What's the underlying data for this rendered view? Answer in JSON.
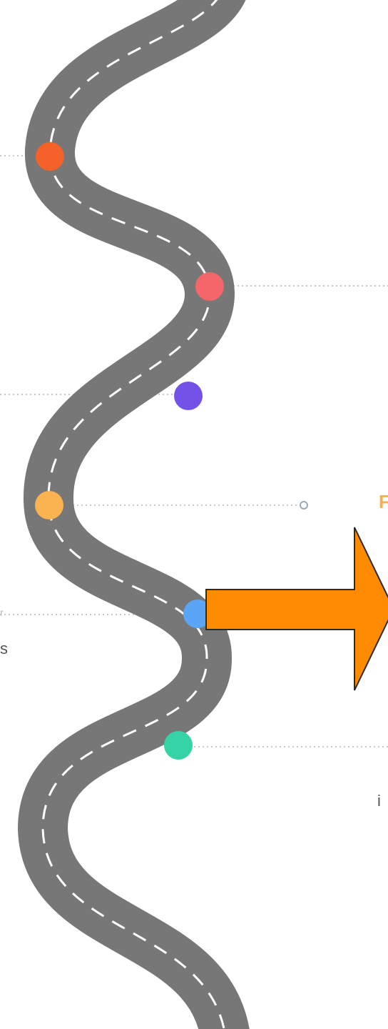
{
  "diagram": {
    "road_color": "#777777",
    "lane_marking_color": "#ffffff",
    "connector_color": "#c9c9c9",
    "milestones": [
      {
        "name": "milestone-1",
        "color": "#f4622a",
        "connector_side": "left"
      },
      {
        "name": "milestone-2",
        "color": "#f4666a",
        "connector_side": "right"
      },
      {
        "name": "milestone-3",
        "color": "#7452e7",
        "connector_side": "left"
      },
      {
        "name": "milestone-4",
        "color": "#f9b351",
        "connector_side": "right"
      },
      {
        "name": "milestone-5",
        "color": "#5aa5f6",
        "connector_side": "left"
      },
      {
        "name": "milestone-6",
        "color": "#35d3a5",
        "connector_side": "right"
      }
    ],
    "arrow": {
      "color": "#ff8c00",
      "outline": "#2a2a2a",
      "direction": "right"
    }
  },
  "text_fragments": {
    "left_a": "r",
    "left_b": "s",
    "right_a": "F",
    "right_b": "i"
  }
}
